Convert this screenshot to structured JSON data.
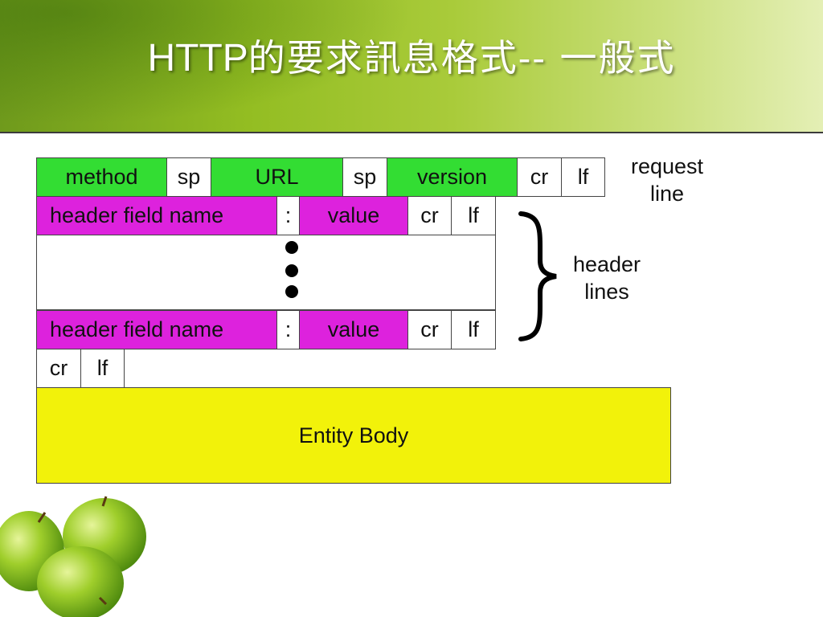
{
  "slide": {
    "title_latin": "HTTP",
    "title_cjk": "的要求訊息格式-- 一般式"
  },
  "diagram": {
    "request_line": {
      "method": "method",
      "sp1": "sp",
      "url": "URL",
      "sp2": "sp",
      "version": "version",
      "cr": "cr",
      "lf": "lf",
      "label_line1": "request",
      "label_line2": "line"
    },
    "header_line_1": {
      "name": "header field name",
      "colon": ":",
      "value": "value",
      "cr": "cr",
      "lf": "lf"
    },
    "header_line_n": {
      "name": "header field name",
      "colon": ":",
      "value": "value",
      "cr": "cr",
      "lf": "lf"
    },
    "header_label_line1": "header",
    "header_label_line2": "lines",
    "blank_line": {
      "cr": "cr",
      "lf": "lf"
    },
    "entity_body": "Entity Body"
  },
  "colors": {
    "request_fields": "#33dd33",
    "header_fields": "#dd22dd",
    "entity_body": "#f2f20a"
  }
}
